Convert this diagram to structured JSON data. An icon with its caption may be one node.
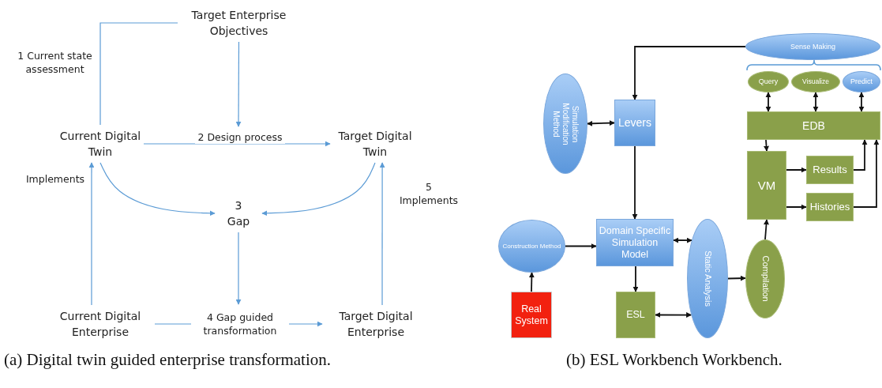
{
  "diagram": {
    "nodes": [
      {
        "text": [
          "Target Enterprise Objectives"
        ]
      },
      {
        "text": [
          "Current Digital Twin"
        ]
      },
      {
        "text": [
          "Target Digital Twin"
        ]
      },
      {
        "text": [
          "3",
          "Gap"
        ]
      },
      {
        "text": [
          "Current Digital Enterprise"
        ]
      },
      {
        "text": [
          "Target Digital Enterprise"
        ]
      },
      {
        "text": [
          "Sense Making"
        ]
      },
      {
        "text": [
          "Query"
        ]
      },
      {
        "text": [
          "Visualize"
        ]
      },
      {
        "text": [
          "Predict"
        ]
      },
      {
        "text": [
          "Simulation Modification Method"
        ]
      },
      {
        "text": [
          "Levers"
        ]
      },
      {
        "text": [
          "EDB"
        ]
      },
      {
        "text": [
          "VM"
        ]
      },
      {
        "text": [
          "Results"
        ]
      },
      {
        "text": [
          "Histories"
        ]
      },
      {
        "text": [
          "Construction Method"
        ]
      },
      {
        "text": [
          "Domain Specific Simulation Model"
        ]
      },
      {
        "text": [
          "Static Analysis"
        ]
      },
      {
        "text": [
          "Compilation"
        ]
      },
      {
        "text": [
          "Real System"
        ]
      },
      {
        "text": [
          "ESL"
        ]
      }
    ],
    "edges": [
      {
        "from": 1,
        "to": 0,
        "arrow": "none",
        "label": "1 Current state assessment",
        "color": "#5b9bd5"
      },
      {
        "from": 0,
        "to": null,
        "arrow": "to",
        "color": "#5b9bd5"
      },
      {
        "from": 1,
        "to": 2,
        "arrow": "to",
        "label": "2 Design process",
        "color": "#5b9bd5"
      },
      {
        "from": 1,
        "to": 3,
        "arrow": "to",
        "color": "#5b9bd5"
      },
      {
        "from": 2,
        "to": 3,
        "arrow": "to",
        "color": "#5b9bd5"
      },
      {
        "from": 3,
        "to": null,
        "arrow": "to",
        "color": "#5b9bd5"
      },
      {
        "from": 4,
        "to": 5,
        "arrow": "to",
        "label": "4 Gap guided transformation",
        "color": "#5b9bd5"
      },
      {
        "from": 4,
        "to": 1,
        "arrow": "to",
        "label": "Implements",
        "color": "#5b9bd5"
      },
      {
        "from": 5,
        "to": 2,
        "arrow": "to",
        "label": "5 Implements",
        "color": "#5b9bd5"
      },
      {
        "from": 6,
        "to": 11,
        "arrow": "to"
      },
      {
        "from": 7,
        "to": 12,
        "arrow": "both"
      },
      {
        "from": 8,
        "to": 12,
        "arrow": "both"
      },
      {
        "from": 9,
        "to": 12,
        "arrow": "both"
      },
      {
        "from": 10,
        "to": 11,
        "arrow": "both"
      },
      {
        "from": 11,
        "to": 17,
        "arrow": "to"
      },
      {
        "from": 12,
        "to": 13,
        "arrow": "to"
      },
      {
        "from": 13,
        "to": 14,
        "arrow": "to"
      },
      {
        "from": 13,
        "to": 15,
        "arrow": "to"
      },
      {
        "from": 14,
        "to": 12,
        "arrow": "to"
      },
      {
        "from": 15,
        "to": 12,
        "arrow": "to"
      },
      {
        "from": 16,
        "to": 17,
        "arrow": "to"
      },
      {
        "from": 20,
        "to": 16,
        "arrow": "to"
      },
      {
        "from": 17,
        "to": 18,
        "arrow": "both"
      },
      {
        "from": 17,
        "to": 21,
        "arrow": "to"
      },
      {
        "from": 21,
        "to": 18,
        "arrow": "both"
      },
      {
        "from": 18,
        "to": 19,
        "arrow": "to"
      },
      {
        "from": 19,
        "to": 13,
        "arrow": "to"
      }
    ],
    "labels": [
      "(a) Digital twin guided enterprise transformation.",
      "(b) ESL Workbench Workbench."
    ]
  }
}
